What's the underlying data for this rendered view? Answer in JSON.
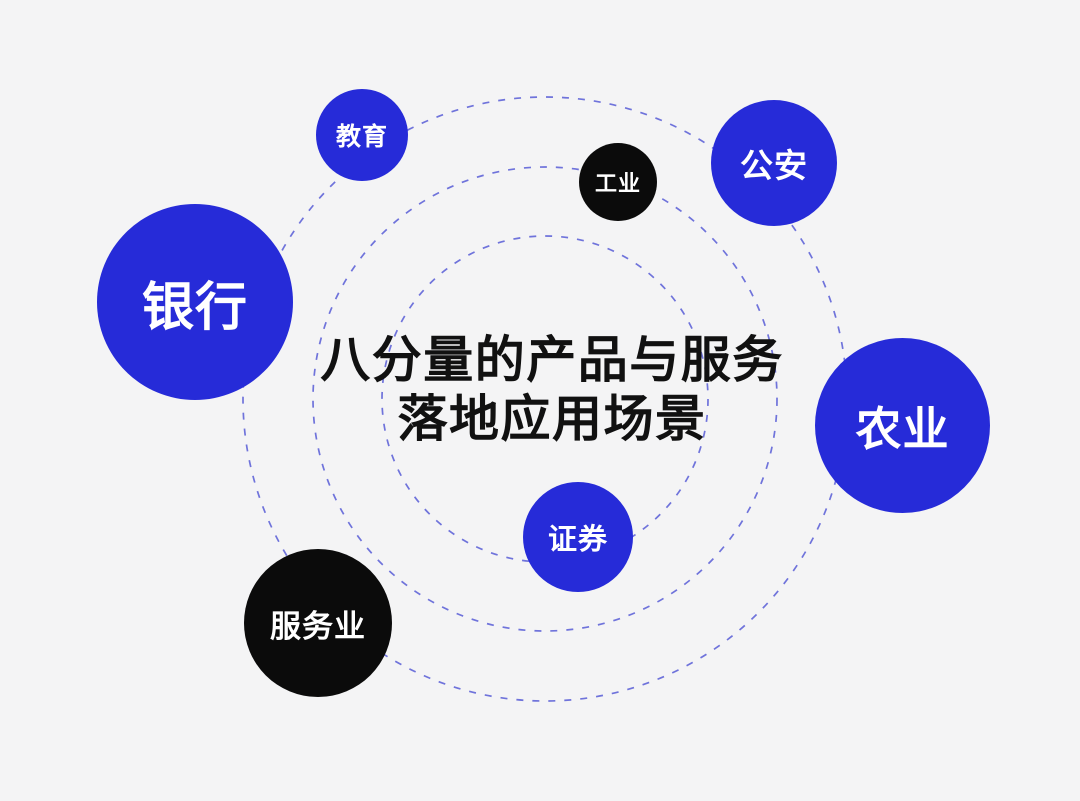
{
  "page": {
    "background_color": "#f4f4f5",
    "type": "infographic-diagram"
  },
  "title": {
    "line1": "八分量的产品与服务",
    "line2": "落地应用场景",
    "color": "#111111"
  },
  "rings": {
    "count": 3,
    "style": "dashed",
    "stroke_color": "#575cd6"
  },
  "colors": {
    "bubble_blue": "#262bd8",
    "bubble_black": "#0b0b0b",
    "bubble_text": "#ffffff"
  },
  "bubbles": [
    {
      "label": "教育",
      "name": "education",
      "color": "#262bd8",
      "size": "small"
    },
    {
      "label": "工业",
      "name": "industry",
      "color": "#0b0b0b",
      "size": "extra-small"
    },
    {
      "label": "公安",
      "name": "public-security",
      "color": "#262bd8",
      "size": "medium"
    },
    {
      "label": "银行",
      "name": "bank",
      "color": "#262bd8",
      "size": "extra-large"
    },
    {
      "label": "农业",
      "name": "agriculture",
      "color": "#262bd8",
      "size": "large"
    },
    {
      "label": "证券",
      "name": "securities",
      "color": "#262bd8",
      "size": "small"
    },
    {
      "label": "服务业",
      "name": "service-industry",
      "color": "#0b0b0b",
      "size": "medium-large"
    }
  ]
}
